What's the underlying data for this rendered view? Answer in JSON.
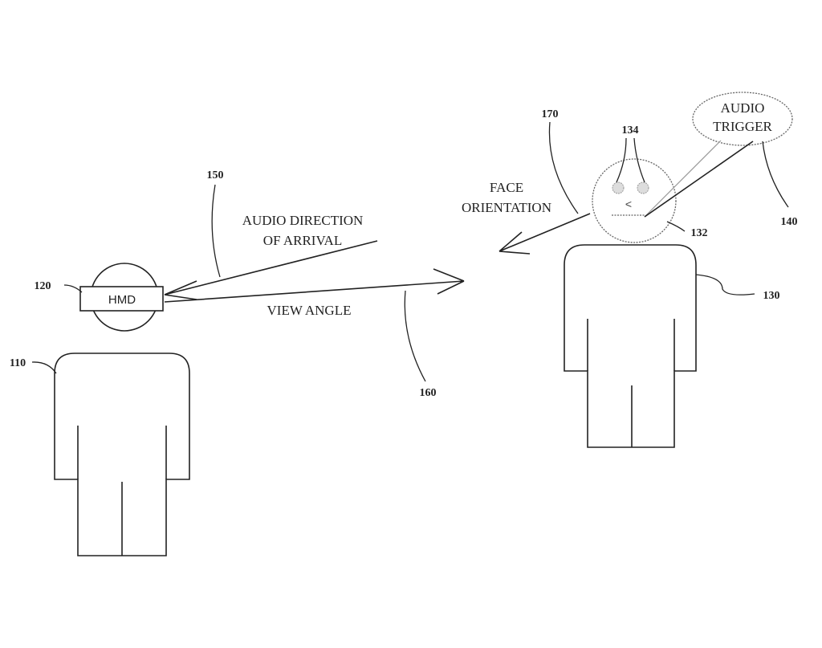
{
  "labels": {
    "hmd": "HMD",
    "audio_direction_line1": "AUDIO DIRECTION",
    "audio_direction_line2": "OF ARRIVAL",
    "view_angle": "VIEW ANGLE",
    "face_orientation_line1": "FACE",
    "face_orientation_line2": "ORIENTATION",
    "audio_trigger_line1": "AUDIO",
    "audio_trigger_line2": "TRIGGER",
    "mouth_symbol": "<"
  },
  "refs": {
    "user": "110",
    "hmd": "120",
    "speaker": "130",
    "face": "132",
    "eyes": "134",
    "audio_trigger": "140",
    "audio_direction": "150",
    "view_angle": "160",
    "face_orientation": "170"
  }
}
